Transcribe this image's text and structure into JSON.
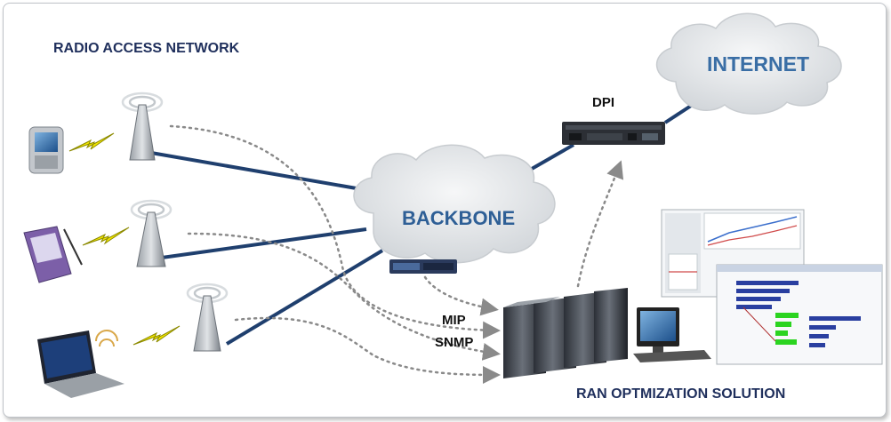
{
  "labels": {
    "radio_access_network": "RADIO ACCESS NETWORK",
    "internet": "INTERNET",
    "backbone": "BACKBONE",
    "dpi": "DPI",
    "mip": "MIP",
    "snmp": "SNMP",
    "ran_optimization_solution": "RAN OPTMIZATION  SOLUTION"
  },
  "colors": {
    "link_line": "#1f3f6e",
    "dotted_flow": "#8a8a8a",
    "cloud_fill": "#e4e7ea",
    "lightning": "#f2e600",
    "title_text": "#1f2f5c",
    "cloud_text": "#3a6ea5"
  },
  "icons": [
    "smartphone-icon",
    "pda-icon",
    "laptop-icon",
    "cell-tower-icon",
    "lightning-icon",
    "cloud-icon",
    "dpi-appliance-icon",
    "switch-icon",
    "server-rack-icon",
    "monitor-icon",
    "report-screenshot-icon"
  ]
}
